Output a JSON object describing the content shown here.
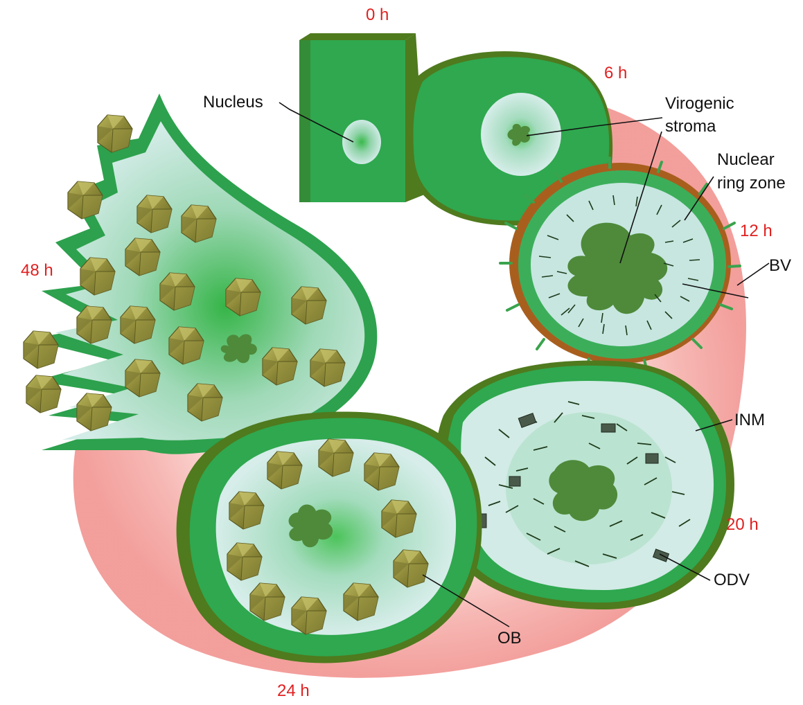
{
  "diagram": {
    "time_labels": {
      "t0": "0 h",
      "t6": "6 h",
      "t12": "12 h",
      "t20": "20 h",
      "t24": "24 h",
      "t48": "48 h"
    },
    "callouts": {
      "nucleus": "Nucleus",
      "virogenic_line1": "Virogenic",
      "virogenic_line2": "stroma",
      "nuclear_line1": "Nuclear",
      "nuclear_line2": "ring zone",
      "bv": "BV",
      "inm": "INM",
      "odv": "ODV",
      "ob": "OB"
    },
    "colors": {
      "cell_green": "#2fa84f",
      "cell_dark_edge": "#4f7a1e",
      "nucleoplasm": "#cde9e3",
      "stroma": "#4e8a3a",
      "occlusion_body": "#8f8a3c",
      "background_arc": "#f7b9b5",
      "time_label": "#e02020"
    }
  }
}
